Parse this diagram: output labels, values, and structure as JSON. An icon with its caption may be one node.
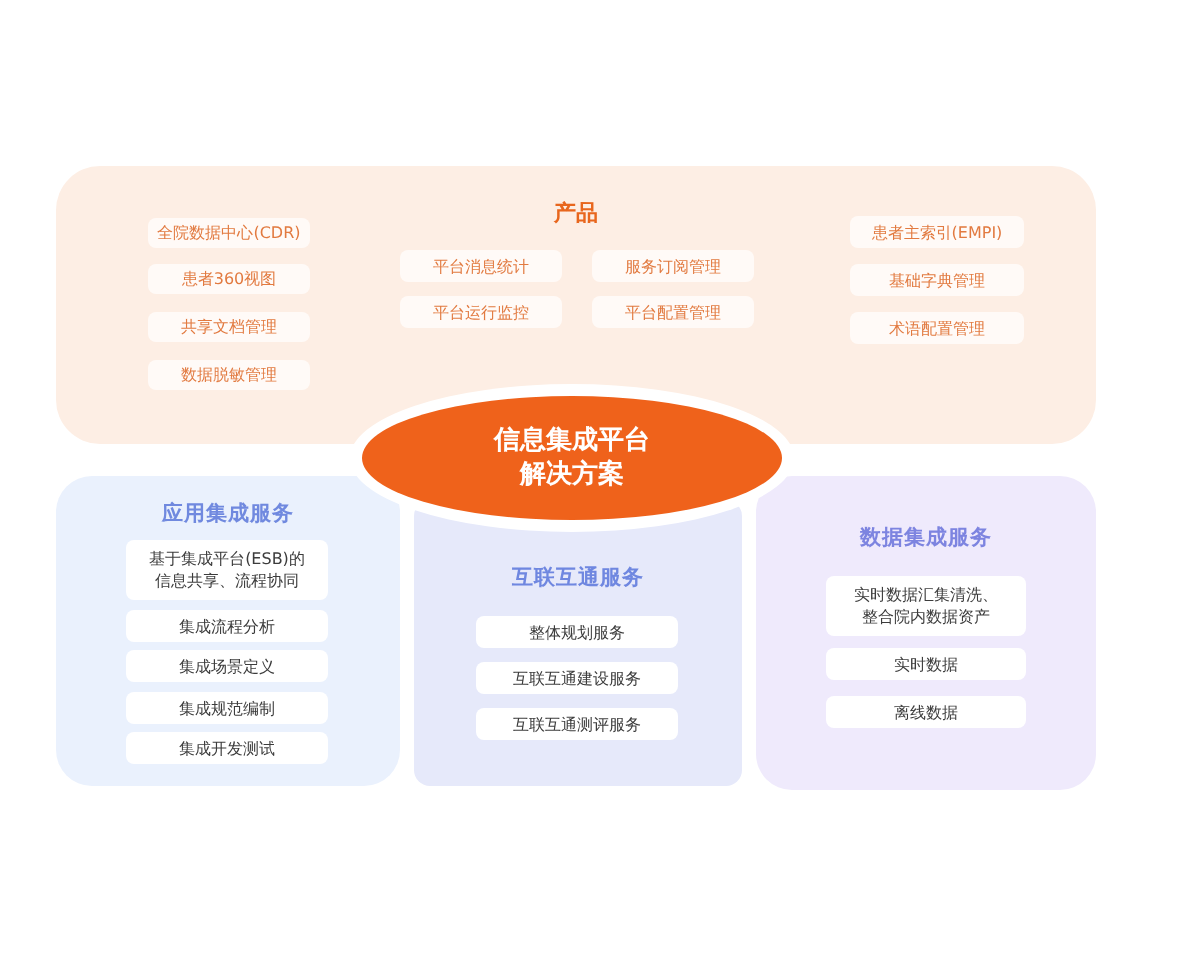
{
  "diagram": {
    "nodes": [
      {
        "text": [
          "产品"
        ]
      },
      {
        "text": [
          "全院数据中心(CDR)"
        ],
        "in": 0
      },
      {
        "text": [
          "患者360视图"
        ],
        "in": 0
      },
      {
        "text": [
          "共享文档管理"
        ],
        "in": 0
      },
      {
        "text": [
          "数据脱敏管理"
        ],
        "in": 0
      },
      {
        "text": [
          "平台消息统计"
        ],
        "in": 0
      },
      {
        "text": [
          "服务订阅管理"
        ],
        "in": 0
      },
      {
        "text": [
          "平台运行监控"
        ],
        "in": 0
      },
      {
        "text": [
          "平台配置管理"
        ],
        "in": 0
      },
      {
        "text": [
          "患者主索引(EMPI)"
        ],
        "in": 0
      },
      {
        "text": [
          "基础字典管理"
        ],
        "in": 0
      },
      {
        "text": [
          "术语配置管理"
        ],
        "in": 0
      },
      {
        "text": [
          "信息集成平台解决方案"
        ]
      },
      {
        "text": [
          "应用集成服务"
        ]
      },
      {
        "text": [
          "基于集成平台(ESB)的信息共享、流程协同"
        ],
        "in": 13
      },
      {
        "text": [
          "集成流程分析"
        ],
        "in": 13
      },
      {
        "text": [
          "集成场景定义"
        ],
        "in": 13
      },
      {
        "text": [
          "集成规范编制"
        ],
        "in": 13
      },
      {
        "text": [
          "集成开发测试"
        ],
        "in": 13
      },
      {
        "text": [
          "互联互通服务"
        ]
      },
      {
        "text": [
          "整体规划服务"
        ],
        "in": 19
      },
      {
        "text": [
          "互联互通建设服务"
        ],
        "in": 19
      },
      {
        "text": [
          "互联互通测评服务"
        ],
        "in": 19
      },
      {
        "text": [
          "数据集成服务"
        ]
      },
      {
        "text": [
          "实时数据汇集清洗、整合院内数据资产"
        ],
        "in": 23
      },
      {
        "text": [
          "实时数据"
        ],
        "in": 23
      },
      {
        "text": [
          "离线数据"
        ],
        "in": 23
      }
    ]
  }
}
